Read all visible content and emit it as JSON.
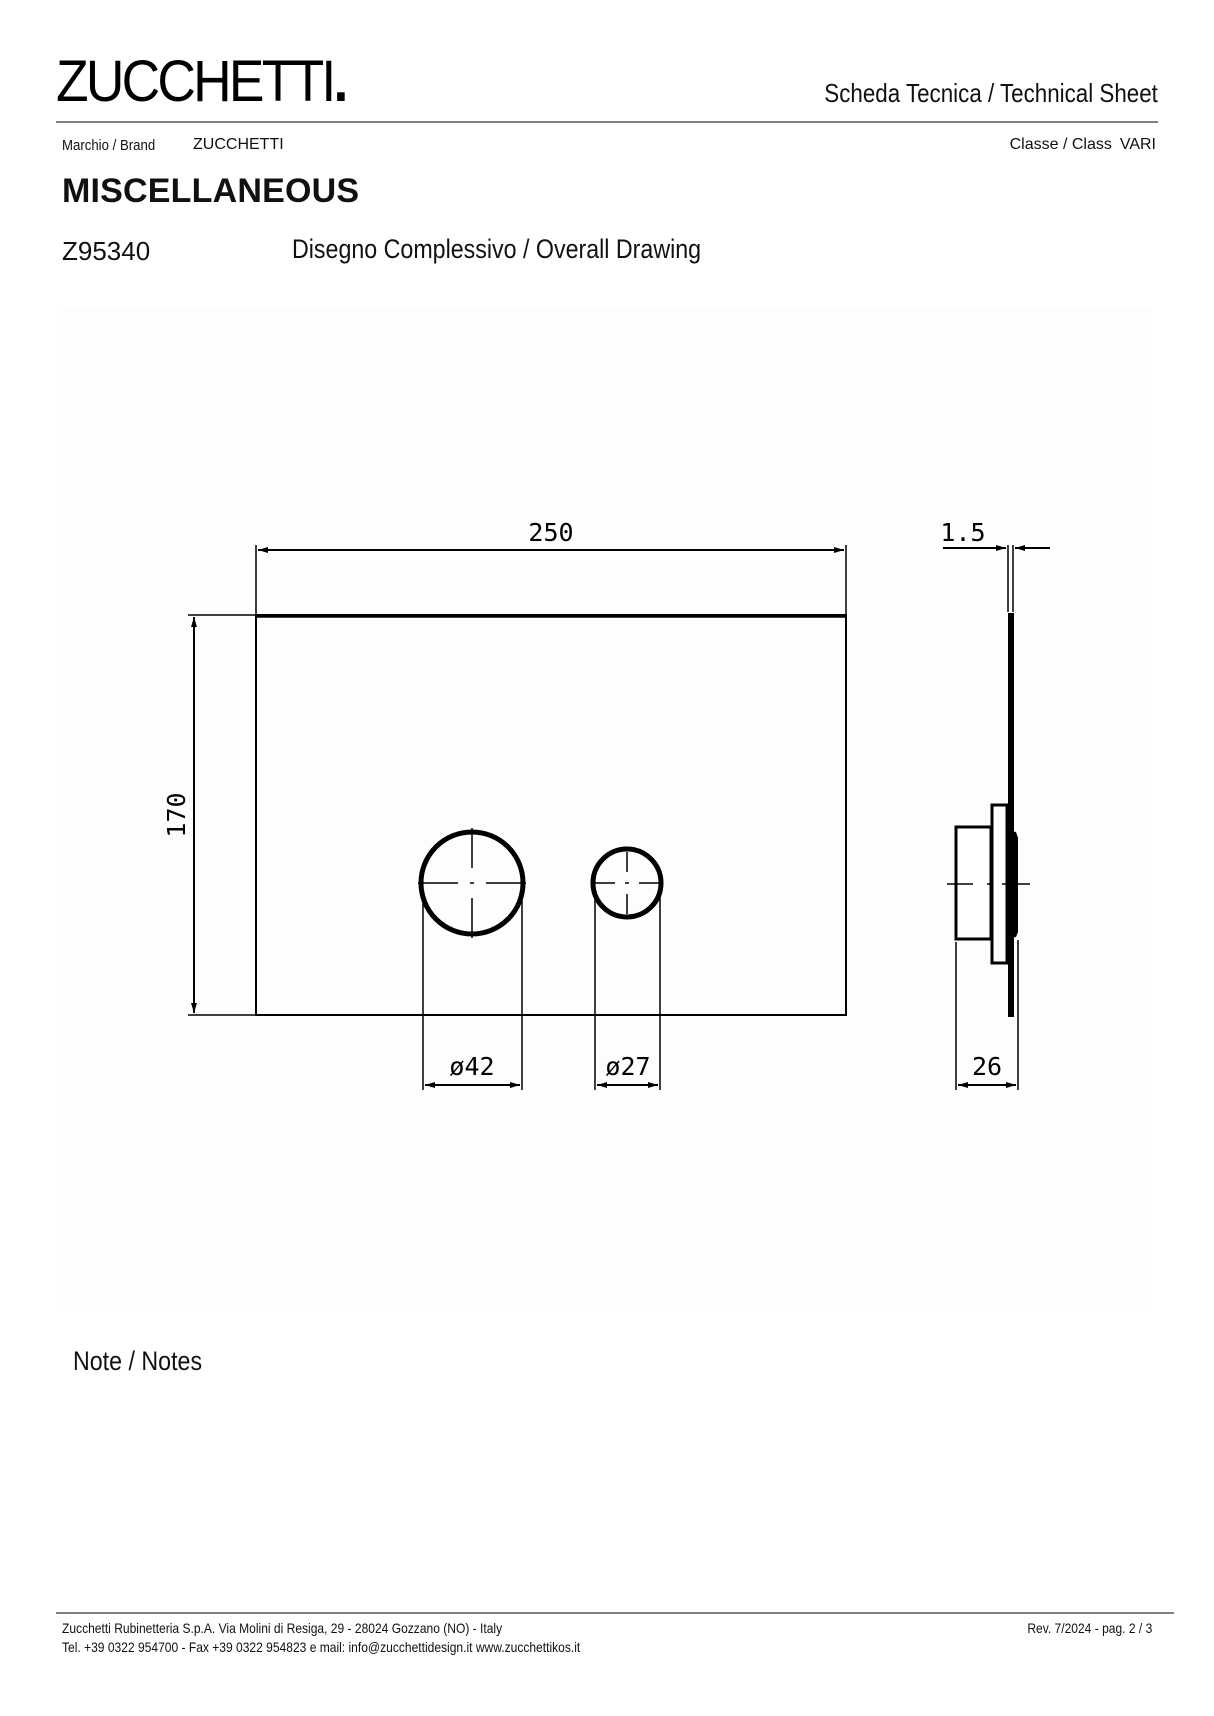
{
  "header": {
    "logo_text": "ZUCCHETTI",
    "logo_dot": ".",
    "sheet_title": "Scheda Tecnica / Technical Sheet",
    "brand_label": "Marchio / Brand",
    "brand_value": "ZUCCHETTI",
    "class_label": "Classe / Class",
    "class_value": "VARI"
  },
  "product": {
    "category": "MISCELLANEOUS",
    "code": "Z95340",
    "drawing_title": "Disegno Complessivo / Overall Drawing"
  },
  "drawing": {
    "width_dim": "250",
    "height_dim": "170",
    "thickness_dim": "1.5",
    "large_button_dim": "ø42",
    "small_button_dim": "ø27",
    "depth_dim": "26",
    "line_color": "#000000"
  },
  "notes": {
    "label": "Note / Notes"
  },
  "footer": {
    "address": "Zucchetti Rubinetteria S.p.A. Via Molini di Resiga, 29 - 28024 Gozzano (NO) - Italy",
    "contacts": "Tel. +39 0322 954700 - Fax +39 0322 954823 e mail: info@zucchettidesign.it www.zucchettikos.it",
    "revision": "Rev. 7/2024 - pag. 2 / 3"
  }
}
